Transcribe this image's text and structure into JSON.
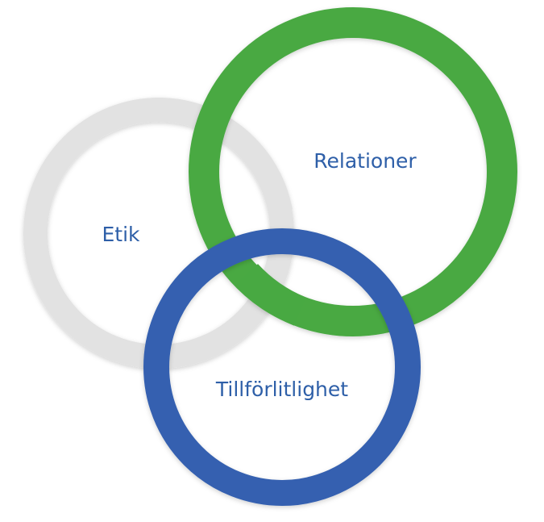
{
  "diagram": {
    "rings": [
      {
        "id": "etik",
        "label": "Etik",
        "color": "#e2e2e2"
      },
      {
        "id": "relationer",
        "label": "Relationer",
        "color": "#48a942"
      },
      {
        "id": "tillforlitlighet",
        "label": "Tillförlitlighet",
        "color": "#3461b0"
      }
    ],
    "label_color": "#2e5fa8"
  }
}
